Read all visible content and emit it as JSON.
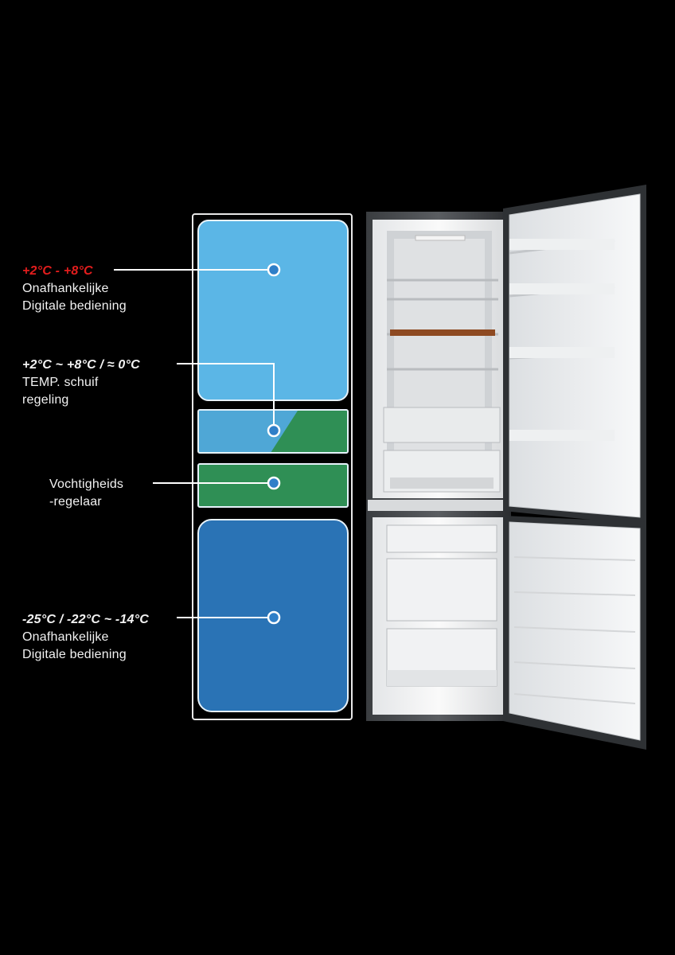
{
  "zones": [
    {
      "temp": "+2°C - +8°C",
      "line1": "Onafhankelijke",
      "line2": "Digitale bediening",
      "color": "#5bb6e6"
    },
    {
      "temp": "+2°C ~ +8°C / ≈ 0°C",
      "line1": "TEMP. schuif",
      "line2": "regeling",
      "color": "#4fa7d6",
      "accent": "#2f8f55"
    },
    {
      "temp": "",
      "line1": "Vochtigheids",
      "line2": "-regelaar",
      "color": "#2f8f55"
    },
    {
      "temp": "-25°C / -22°C ~ -14°C",
      "line1": "Onafhankelijke",
      "line2": "Digitale bediening",
      "color": "#2a73b5"
    }
  ],
  "colors": {
    "temp_highlight": "#e21d1d",
    "marker": "#2f7fc8"
  }
}
